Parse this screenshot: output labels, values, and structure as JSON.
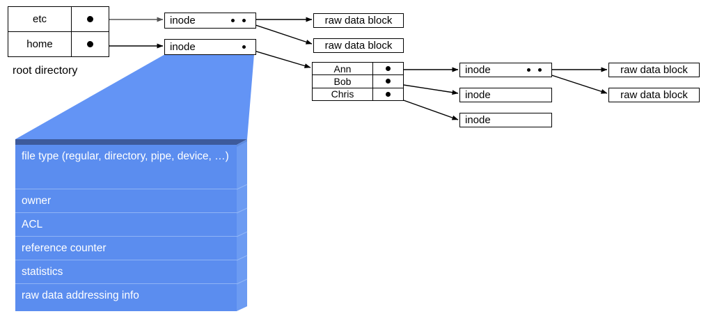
{
  "diagram": {
    "title": "unix-inode-filesystem-diagram",
    "colors": {
      "block_face": "#5B8DEF",
      "block_top": "#3D5A9B",
      "block_side": "#6C9BF2",
      "wedge": "#6394F5",
      "line": "#000000",
      "box_fill": "#FFFFFF"
    }
  },
  "root_directory": {
    "caption": "root directory",
    "entries": [
      {
        "name": "etc",
        "pointer": "•"
      },
      {
        "name": "home",
        "pointer": "•"
      }
    ]
  },
  "top_inodes": [
    {
      "label": "inode",
      "dots": 2
    },
    {
      "label": "inode",
      "dots": 1
    }
  ],
  "top_raw_blocks": [
    {
      "label": "raw data block"
    },
    {
      "label": "raw data block"
    }
  ],
  "home_directory": {
    "entries": [
      {
        "name": "Ann",
        "pointer": "•"
      },
      {
        "name": "Bob",
        "pointer": "•"
      },
      {
        "name": "Chris",
        "pointer": "•"
      }
    ]
  },
  "user_inodes": [
    {
      "label": "inode",
      "dots": 2
    },
    {
      "label": "inode",
      "dots": 0
    },
    {
      "label": "inode",
      "dots": 0
    }
  ],
  "right_raw_blocks": [
    {
      "label": "raw data block"
    },
    {
      "label": "raw data block"
    }
  ],
  "inode_detail": {
    "fields": [
      {
        "label": "file type (regular, directory, pipe, device, …)"
      },
      {
        "label": "owner"
      },
      {
        "label": "ACL"
      },
      {
        "label": "reference counter"
      },
      {
        "label": "statistics"
      },
      {
        "label": "raw data addressing info"
      }
    ]
  }
}
